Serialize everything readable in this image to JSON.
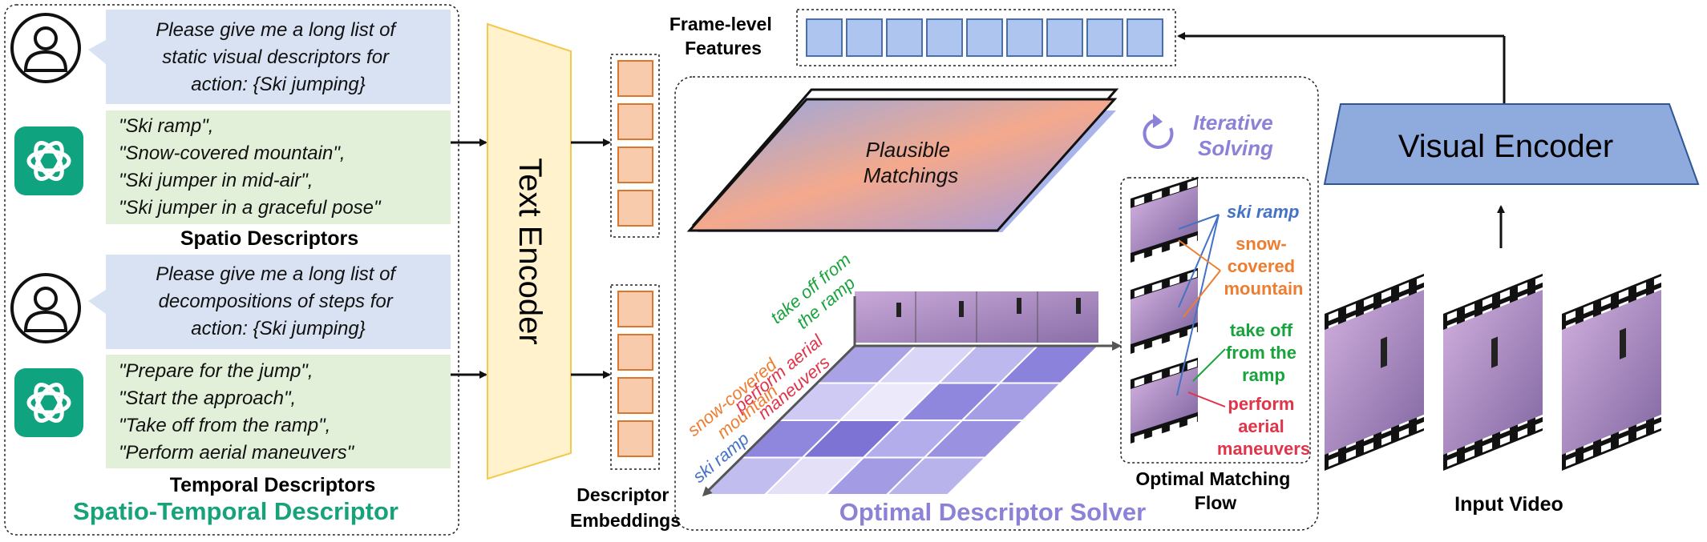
{
  "left_panel": {
    "prompt_spatio": [
      "Please give me a long list of",
      "static visual descriptors for",
      "action: {Ski jumping}"
    ],
    "reply_spatio": [
      "\"Ski ramp\",",
      "\"Snow-covered mountain\",",
      "\"Ski jumper in mid-air\",",
      "\"Ski jumper in a graceful pose\""
    ],
    "spatio_label": "Spatio Descriptors",
    "prompt_temporal": [
      "Please give me a long list of",
      "decompositions of steps for",
      "action: {Ski jumping}"
    ],
    "reply_temporal": [
      "\"Prepare for the jump\",",
      "\"Start the approach\",",
      "\"Take off from the ramp\",",
      "\"Perform aerial maneuvers\""
    ],
    "temporal_label": "Temporal Descriptors",
    "panel_title": "Spatio-Temporal Descriptor"
  },
  "text_encoder": "Text Encoder",
  "descriptor_embeddings": [
    "Descriptor",
    "Embeddings"
  ],
  "frame_features": [
    "Frame-level",
    "Features"
  ],
  "plausible": [
    "Plausible",
    "Matchings"
  ],
  "iterative": [
    "Iterative",
    "Solving"
  ],
  "grid_labels": {
    "ski_ramp": "ski ramp",
    "snow": [
      "snow-covered",
      "mountain"
    ],
    "perform": [
      "perform aerial",
      "maneuvers"
    ],
    "takeoff": [
      "take off from",
      "the ramp"
    ]
  },
  "solver_title": "Optimal Descriptor Solver",
  "flow_labels": {
    "ski_ramp": "ski ramp",
    "snow": [
      "snow-",
      "covered",
      "mountain"
    ],
    "takeoff": [
      "take off",
      "from the",
      "ramp"
    ],
    "perform": [
      "perform",
      "aerial",
      "maneuvers"
    ]
  },
  "flow_title": [
    "Optimal Matching",
    "Flow"
  ],
  "visual_encoder": "Visual Encoder",
  "input_video": "Input Video",
  "colors": {
    "green_box": "#e2efd9",
    "blue_box": "#d9e2f3",
    "gpt_green": "#10a37f",
    "orange": "#f8cbad",
    "blue_feat": "#aec6ef",
    "encoder_yellow": "#fff2cc",
    "visual_blue": "#8faadc",
    "solver_purple": "#8b82d8",
    "label_blue": "#4472c4",
    "label_orange": "#ed7d31",
    "label_green": "#18a33c",
    "label_red": "#e0344a",
    "title_green": "#16a37a"
  }
}
